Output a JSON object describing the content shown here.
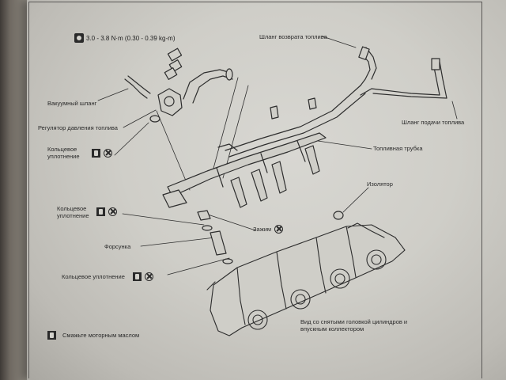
{
  "torque": {
    "value": "3.0 - 3.8 N·m (0.30 - 0.39 kg-m)",
    "icon": "torque-wrench-icon"
  },
  "labels": {
    "return_hose": "Шланг возврата топлива",
    "feed_hose": "Шланг подачи топлива",
    "vacuum_hose": "Вакуумный шланг",
    "pressure_regulator": "Регулятор давления топлива",
    "o_ring_1": "Кольцевое уплотнение",
    "fuel_tube": "Топливная трубка",
    "insulator": "Изолятор",
    "o_ring_2": "Кольцевое уплотнение",
    "clamp": "Зажим",
    "injector": "Форсунка",
    "o_ring_3": "Кольцевое уплотнение",
    "view_note": "Вид со снятыми головкой цилиндров и впускным коллектором"
  },
  "legend": {
    "lube": "Смажьте моторным маслом"
  }
}
